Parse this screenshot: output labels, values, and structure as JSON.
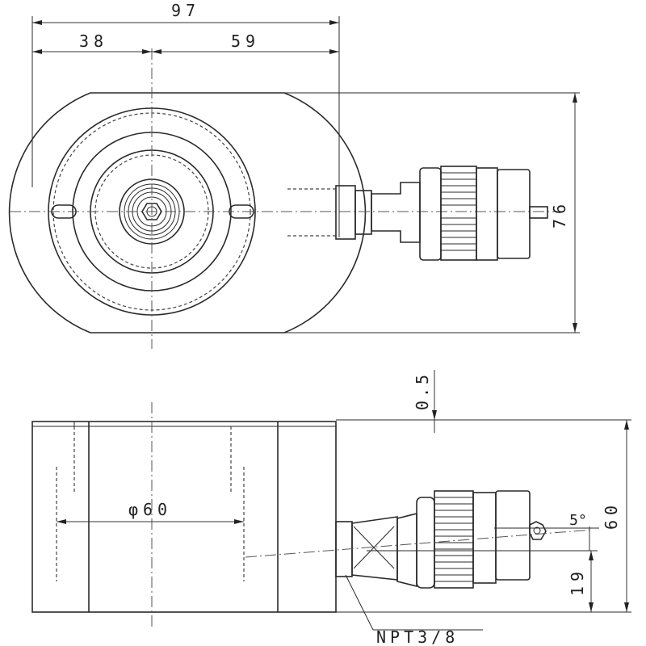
{
  "drawing": {
    "top_view": {
      "dim_total_width": "97",
      "dim_left_width": "38",
      "dim_right_width": "59",
      "dim_height": "76"
    },
    "side_view": {
      "dim_gap": "0.5",
      "dim_diameter": "φ60",
      "dim_height": "60",
      "dim_port_height": "19",
      "dim_angle": "5°",
      "port_label": "NPT3/8"
    },
    "colors": {
      "line": "#2a2a2a",
      "background": "#ffffff"
    }
  }
}
